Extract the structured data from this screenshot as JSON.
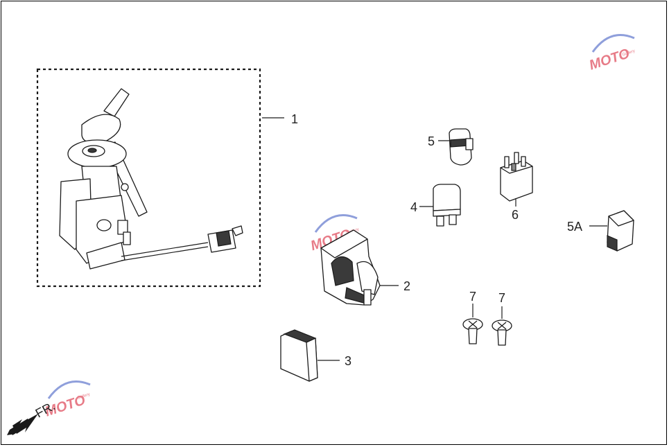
{
  "callouts": [
    {
      "id": "1",
      "label": "1"
    },
    {
      "id": "2",
      "label": "2"
    },
    {
      "id": "3",
      "label": "3"
    },
    {
      "id": "4",
      "label": "4"
    },
    {
      "id": "5",
      "label": "5"
    },
    {
      "id": "5A",
      "label": "5A"
    },
    {
      "id": "6",
      "label": "6"
    },
    {
      "id": "7a",
      "label": "7"
    },
    {
      "id": "7b",
      "label": "7"
    }
  ],
  "direction_label": "FR.",
  "watermark": {
    "brand": "MOTO",
    "sub": "Gallery",
    "colors": {
      "red": "#e05060",
      "blue": "#6a7fd0"
    }
  },
  "colors": {
    "line": "#1a1a1a",
    "dark_fill": "#3a3a3a",
    "grey_fill": "#8a8a8a"
  }
}
